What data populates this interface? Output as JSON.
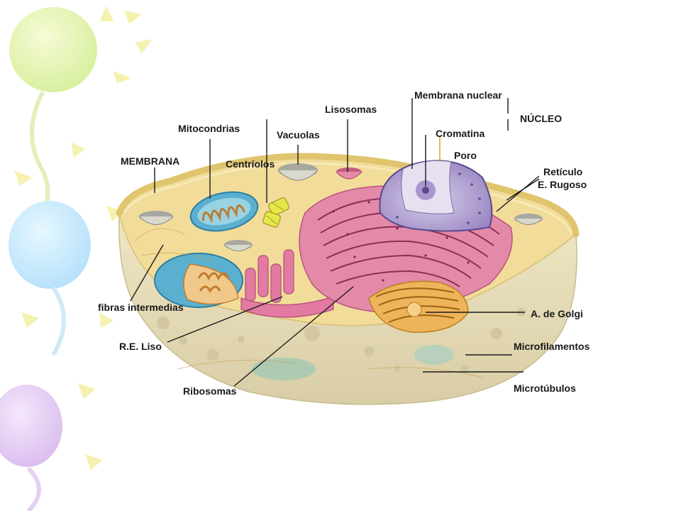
{
  "diagram": {
    "labels": {
      "membrana_nuclear": "Membrana nuclear",
      "nucleo": "NÚCLEO",
      "lisosomas": "Lisosomas",
      "mitocondrias": "Mitocondrias",
      "vacuolas": "Vacuolas",
      "cromatina": "Cromatina",
      "poro": "Poro",
      "membrana": "MEMBRANA",
      "centriolos": "Centríolos",
      "reticulo_1": "Retículo",
      "reticulo_2": "E. Rugoso",
      "fibras": "fibras intermedias",
      "golgi": "A. de Golgi",
      "re_liso": "R.E. Liso",
      "microfilamentos": "Microfilamentos",
      "microtubulos": "Microtúbulos",
      "ribosomas": "Ribosomas"
    }
  },
  "colors": {
    "cytoplasm": "#f2dc9a",
    "cell_body": "#e7dcb6",
    "membrane": "#ecd286",
    "nucleus": "#b4a4d4",
    "er": "#e38aa8",
    "golgi": "#eeb45a",
    "mitochondria": "#5bb0cf",
    "centriole": "#e6e64a"
  }
}
